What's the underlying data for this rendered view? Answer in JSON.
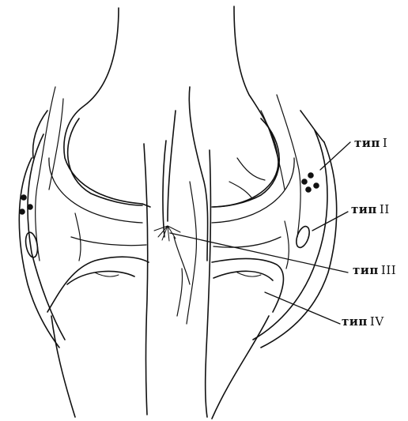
{
  "labels": [
    {
      "word": "тип",
      "numeral": "I"
    },
    {
      "word": "тип",
      "numeral": "II"
    },
    {
      "word": "тип",
      "numeral": "III"
    },
    {
      "word": "тип",
      "numeral": "IV"
    }
  ],
  "colors": {
    "ink": "#111111",
    "background": "#ffffff"
  }
}
